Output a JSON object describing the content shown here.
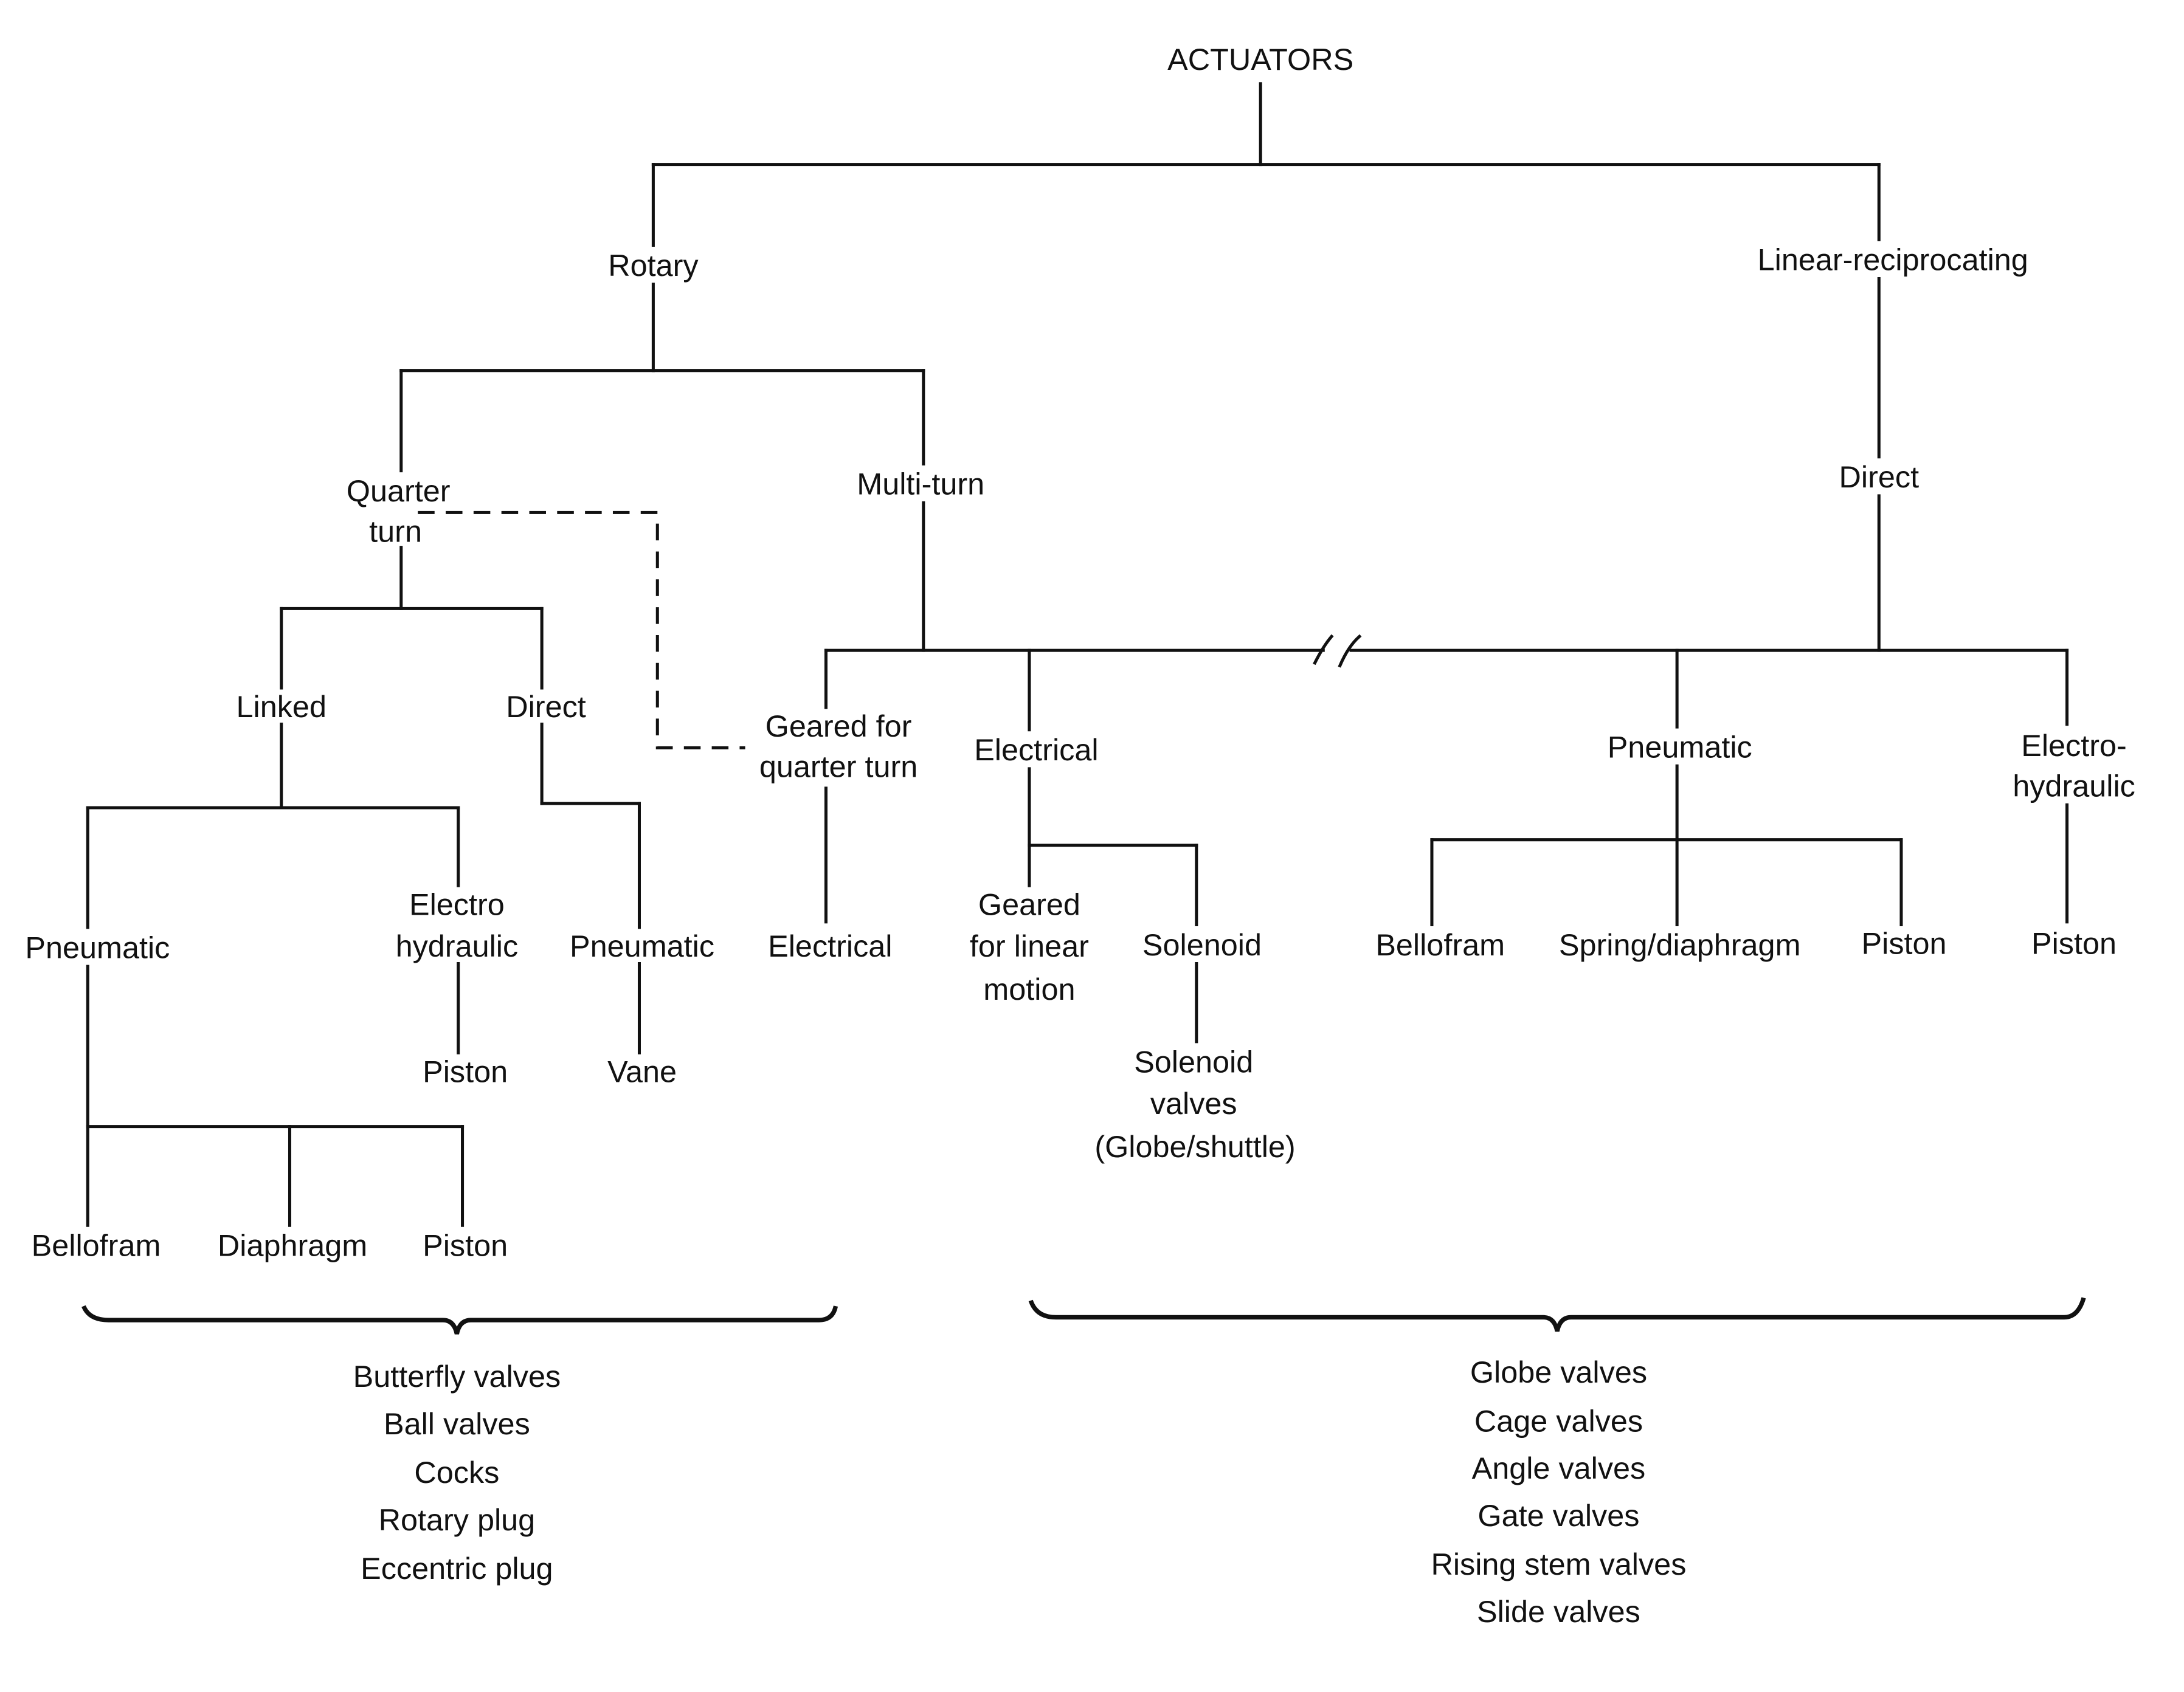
{
  "diagram": {
    "title": "ACTUATORS",
    "nodes": {
      "rotary": "Rotary",
      "linear": "Linear-reciprocating",
      "linear_direct": "Direct",
      "quarter_turn": [
        "Quarter",
        "turn"
      ],
      "multi_turn": "Multi-turn",
      "linked": "Linked",
      "qt_direct": "Direct",
      "linked_pneumatic": "Pneumatic",
      "linked_electro": [
        "Electro",
        "hydraulic"
      ],
      "linked_electro_piston": "Piston",
      "direct_pneumatic": "Pneumatic",
      "direct_vane": "Vane",
      "lp_bellofram": "Bellofram",
      "lp_diaphragm": "Diaphragm",
      "lp_piston": "Piston",
      "geared_qt": [
        "Geared for",
        "quarter turn"
      ],
      "geared_qt_electrical": "Electrical",
      "electrical": "Electrical",
      "geared_linear": [
        "Geared",
        "for linear",
        "motion"
      ],
      "solenoid": "Solenoid",
      "solenoid_valves": [
        "Solenoid",
        "valves",
        "(Globe/shuttle)"
      ],
      "pneumatic": "Pneumatic",
      "pn_bellofram": "Bellofram",
      "pn_spring": "Spring/diaphragm",
      "pn_piston": "Piston",
      "electro_hydraulic": [
        "Electro-",
        "hydraulic"
      ],
      "eh_piston": "Piston"
    },
    "rotary_valves": [
      "Butterfly valves",
      "Ball valves",
      "Cocks",
      "Rotary plug",
      "Eccentric plug"
    ],
    "linear_valves": [
      "Globe valves",
      "Cage valves",
      "Angle valves",
      "Gate valves",
      "Rising stem valves",
      "Slide valves"
    ]
  }
}
